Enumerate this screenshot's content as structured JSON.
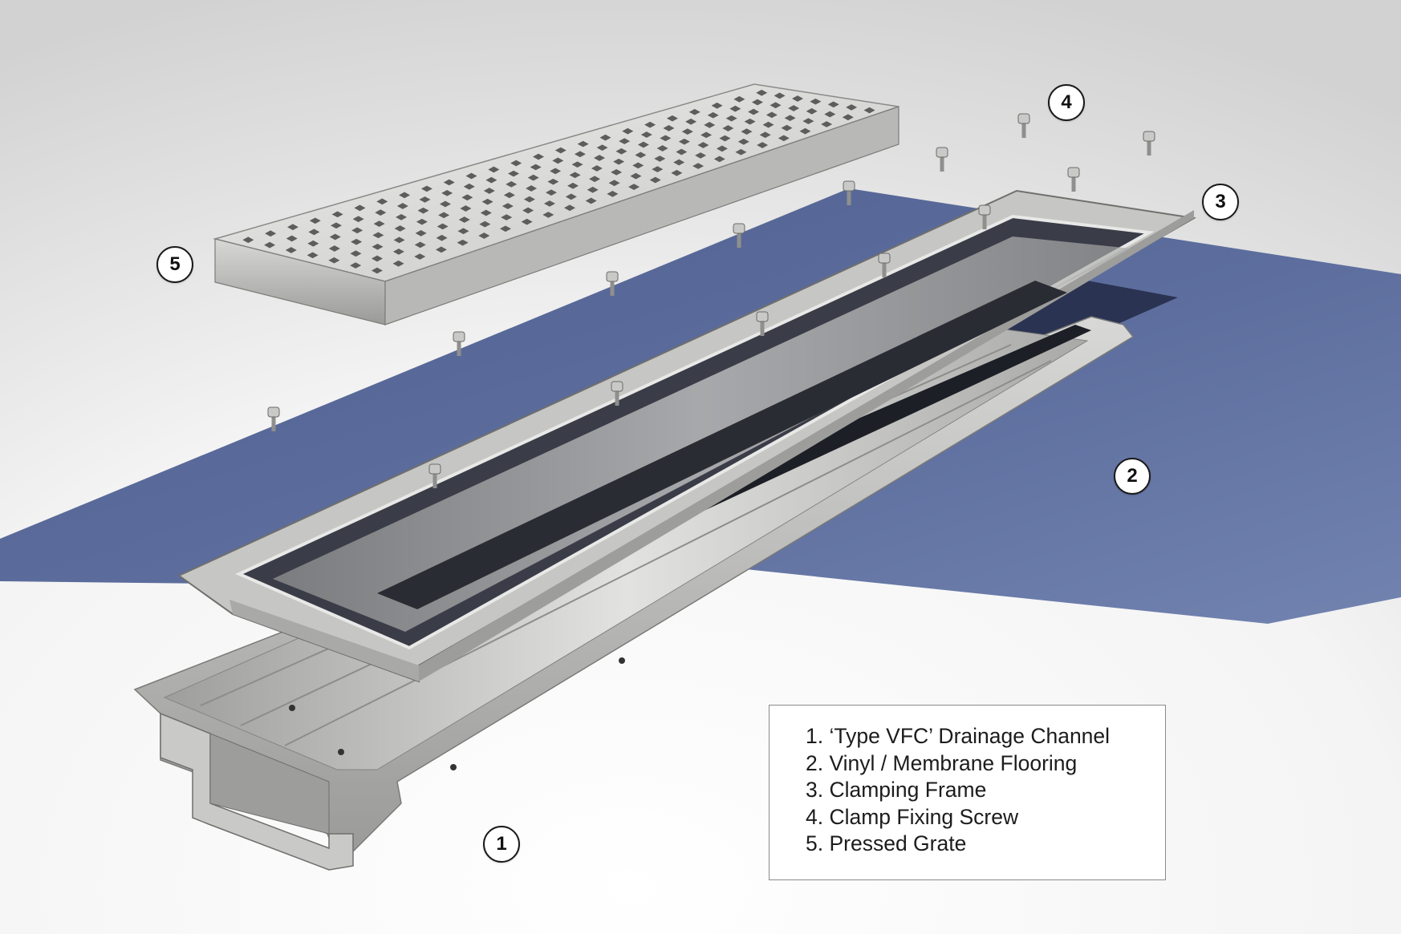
{
  "diagram": {
    "components": [
      {
        "id": 1,
        "marker": "1",
        "label": "1. ‘Type VFC’ Drainage Channel"
      },
      {
        "id": 2,
        "marker": "2",
        "label": "2. Vinyl / Membrane Flooring"
      },
      {
        "id": 3,
        "marker": "3",
        "label": "3. Clamping Frame"
      },
      {
        "id": 4,
        "marker": "4",
        "label": "4. Clamp Fixing Screw"
      },
      {
        "id": 5,
        "marker": "5",
        "label": "5. Pressed Grate"
      }
    ],
    "colors": {
      "membrane": "#5e6f9e",
      "steel_light": "#e4e4e2",
      "steel_mid": "#b5b5b3",
      "steel_dark": "#6f6f6d",
      "background_top": "#d7d7d7",
      "background_bottom": "#ffffff"
    }
  }
}
